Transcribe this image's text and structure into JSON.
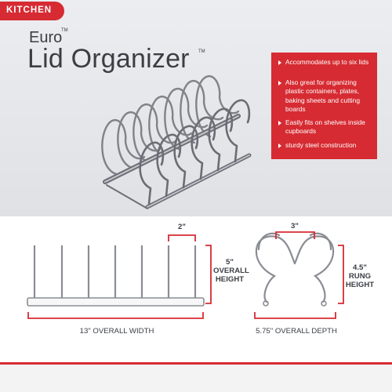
{
  "brand": {
    "badge": "KITCHEN",
    "line": "Euro",
    "trademark": "TM"
  },
  "title": {
    "text": "Lid Organizer",
    "trademark": "TM"
  },
  "features": [
    "Accommodates up to six lids",
    "Also great for organizing plastic containers, plates, baking sheets and cutting boards",
    "Easily fits on shelves inside cupboards",
    "sturdy steel construction"
  ],
  "front_view": {
    "spacing": "2\"",
    "height_line1": "5\"",
    "height_line2": "OVERALL",
    "height_line3": "HEIGHT",
    "width": "13\" OVERALL WIDTH"
  },
  "side_view": {
    "gap": "3\"",
    "height_line1": "4.5\"",
    "height_line2": "RUNG",
    "height_line3": "HEIGHT",
    "depth": "5.75\" OVERALL DEPTH"
  },
  "colors": {
    "accent": "#d62b32",
    "text": "#3b3e45",
    "wire": "#8a8d93",
    "background_top": "#e4e6ea"
  }
}
